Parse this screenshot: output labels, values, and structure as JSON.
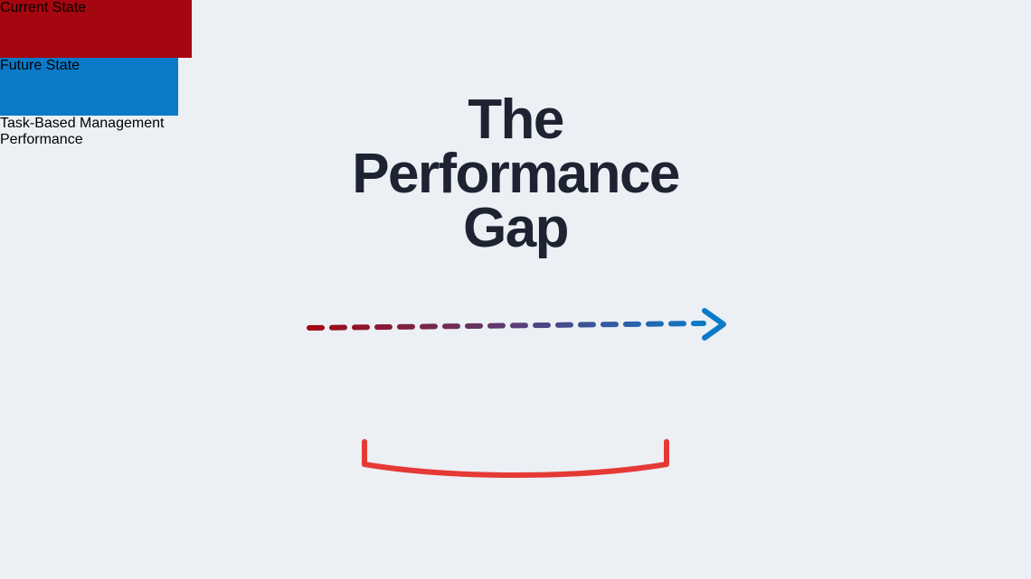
{
  "slide": {
    "background_color": "#ECEFF4",
    "title": "The\nPerformance\nGap",
    "title_color": "#1E2332"
  },
  "diagram": {
    "current_state": {
      "box_label": "Current State",
      "box_color": "#A4070F",
      "box_text_color": "#FFFFFF",
      "caption": "Task-Based\nManagement",
      "caption_color": "#1E2332"
    },
    "future_state": {
      "box_label": "Future State",
      "box_color": "#0B7AC8",
      "box_text_color": "#FFFFFF",
      "caption": "Performance",
      "caption_color": "#1E2332"
    },
    "connector": {
      "style": "dashed-arrow",
      "start_color": "#A4070F",
      "end_color": "#0B7AC8",
      "arrowhead": "chevron-right"
    },
    "gap_bracket": {
      "style": "underline-bracket",
      "color": "#E53935"
    }
  }
}
